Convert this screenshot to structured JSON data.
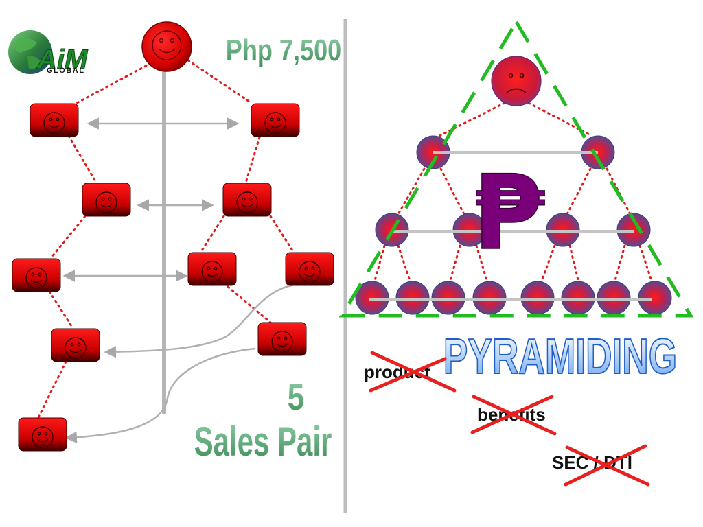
{
  "logo": {
    "brand": "AiM",
    "sub": "GLOBAL"
  },
  "left": {
    "amount": "Php 7,500",
    "count": "5",
    "count_label": "Sales Pair"
  },
  "right": {
    "currency_symbol": "₱",
    "title": "PYRAMIDING",
    "crossed_words": [
      "product",
      "benefits",
      "SEC / DTI"
    ]
  },
  "colors": {
    "node_red": "#e00000",
    "dotted_link": "#e11b1b",
    "spine": "#b5b5b5",
    "arrow": "#b0b0b0",
    "green_text": "#4f9f6a",
    "pyramid_dash": "#22bb22",
    "peso": "#7a007a",
    "cross": "#e82020",
    "title_blue": "#1f5fc8"
  },
  "icons": [
    "smiley-face-icon",
    "sad-face-icon",
    "peso-sign-icon",
    "globe-icon"
  ]
}
